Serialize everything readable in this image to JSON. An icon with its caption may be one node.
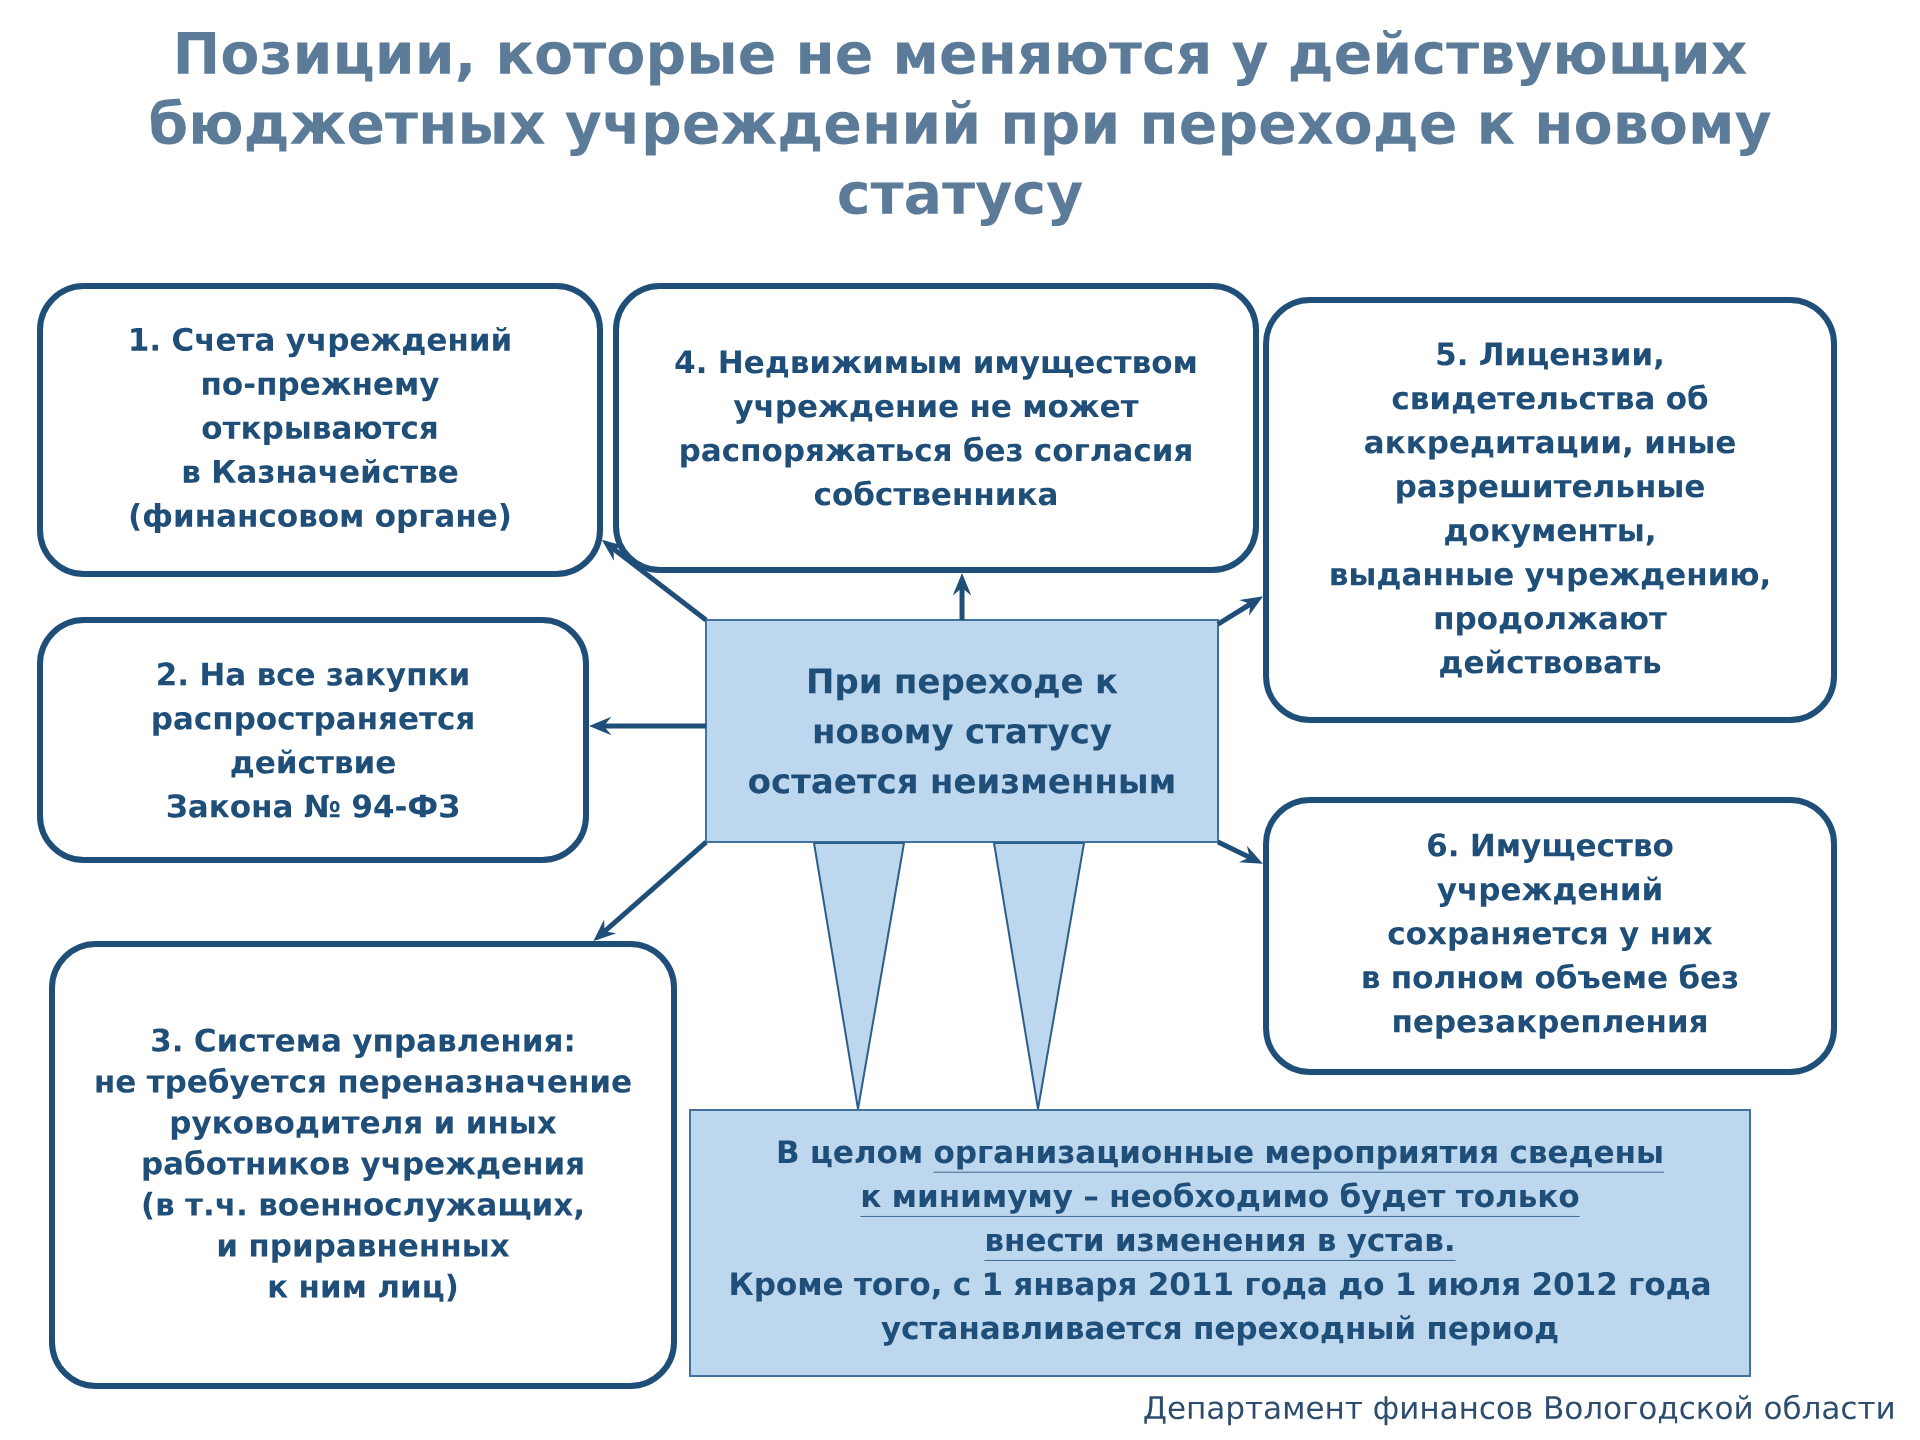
{
  "diagram": {
    "title": "Позиции, которые не меняются у действующих бюджетных учреждений при переходе к новому статусу",
    "nodes": [
      {
        "text": [
          "1. Счета учреждений по-прежнему открываются в Казначействе (финансовом органе)"
        ]
      },
      {
        "text": [
          "4. Недвижимым имуществом учреждение не может распоряжаться без согласия собственника"
        ]
      },
      {
        "text": [
          "5. Лицензии, свидетельства об аккредитации, иные разрешительные документы, выданные учреждению, продолжают действовать"
        ]
      },
      {
        "text": [
          "2. На все закупки распространяется действие Закона № 94-ФЗ"
        ]
      },
      {
        "text": [
          "При переходе к новому статусу остается неизменным"
        ]
      },
      {
        "text": [
          "6. Имущество учреждений сохраняется у них в полном объеме без перезакрепления"
        ]
      },
      {
        "text": [
          "3. Система управления: не требуется переназначение руководителя и иных работников учреждения (в т.ч. военнослужащих, и приравненных к ним лиц)"
        ]
      },
      {
        "text": [
          "В целом организационные мероприятия сведены к минимуму – необходимо будет только внести изменения в устав.",
          "Кроме того, с 1 января 2011 года до 1 июля 2012 года устанавливается переходный период"
        ]
      }
    ],
    "edges": [
      {
        "from": 4,
        "to": 0,
        "arrow": "to"
      },
      {
        "from": 4,
        "to": 1,
        "arrow": "to"
      },
      {
        "from": 4,
        "to": 2,
        "arrow": "to"
      },
      {
        "from": 4,
        "to": 3,
        "arrow": "to"
      },
      {
        "from": 4,
        "to": 5,
        "arrow": "to"
      },
      {
        "from": 4,
        "to": 6,
        "arrow": "to"
      },
      {
        "from": 4,
        "to": 7,
        "arrow": "to"
      },
      {
        "from": 4,
        "to": 7,
        "arrow": "to"
      }
    ],
    "labels": [
      "Департамент финансов Вологодской области"
    ]
  }
}
